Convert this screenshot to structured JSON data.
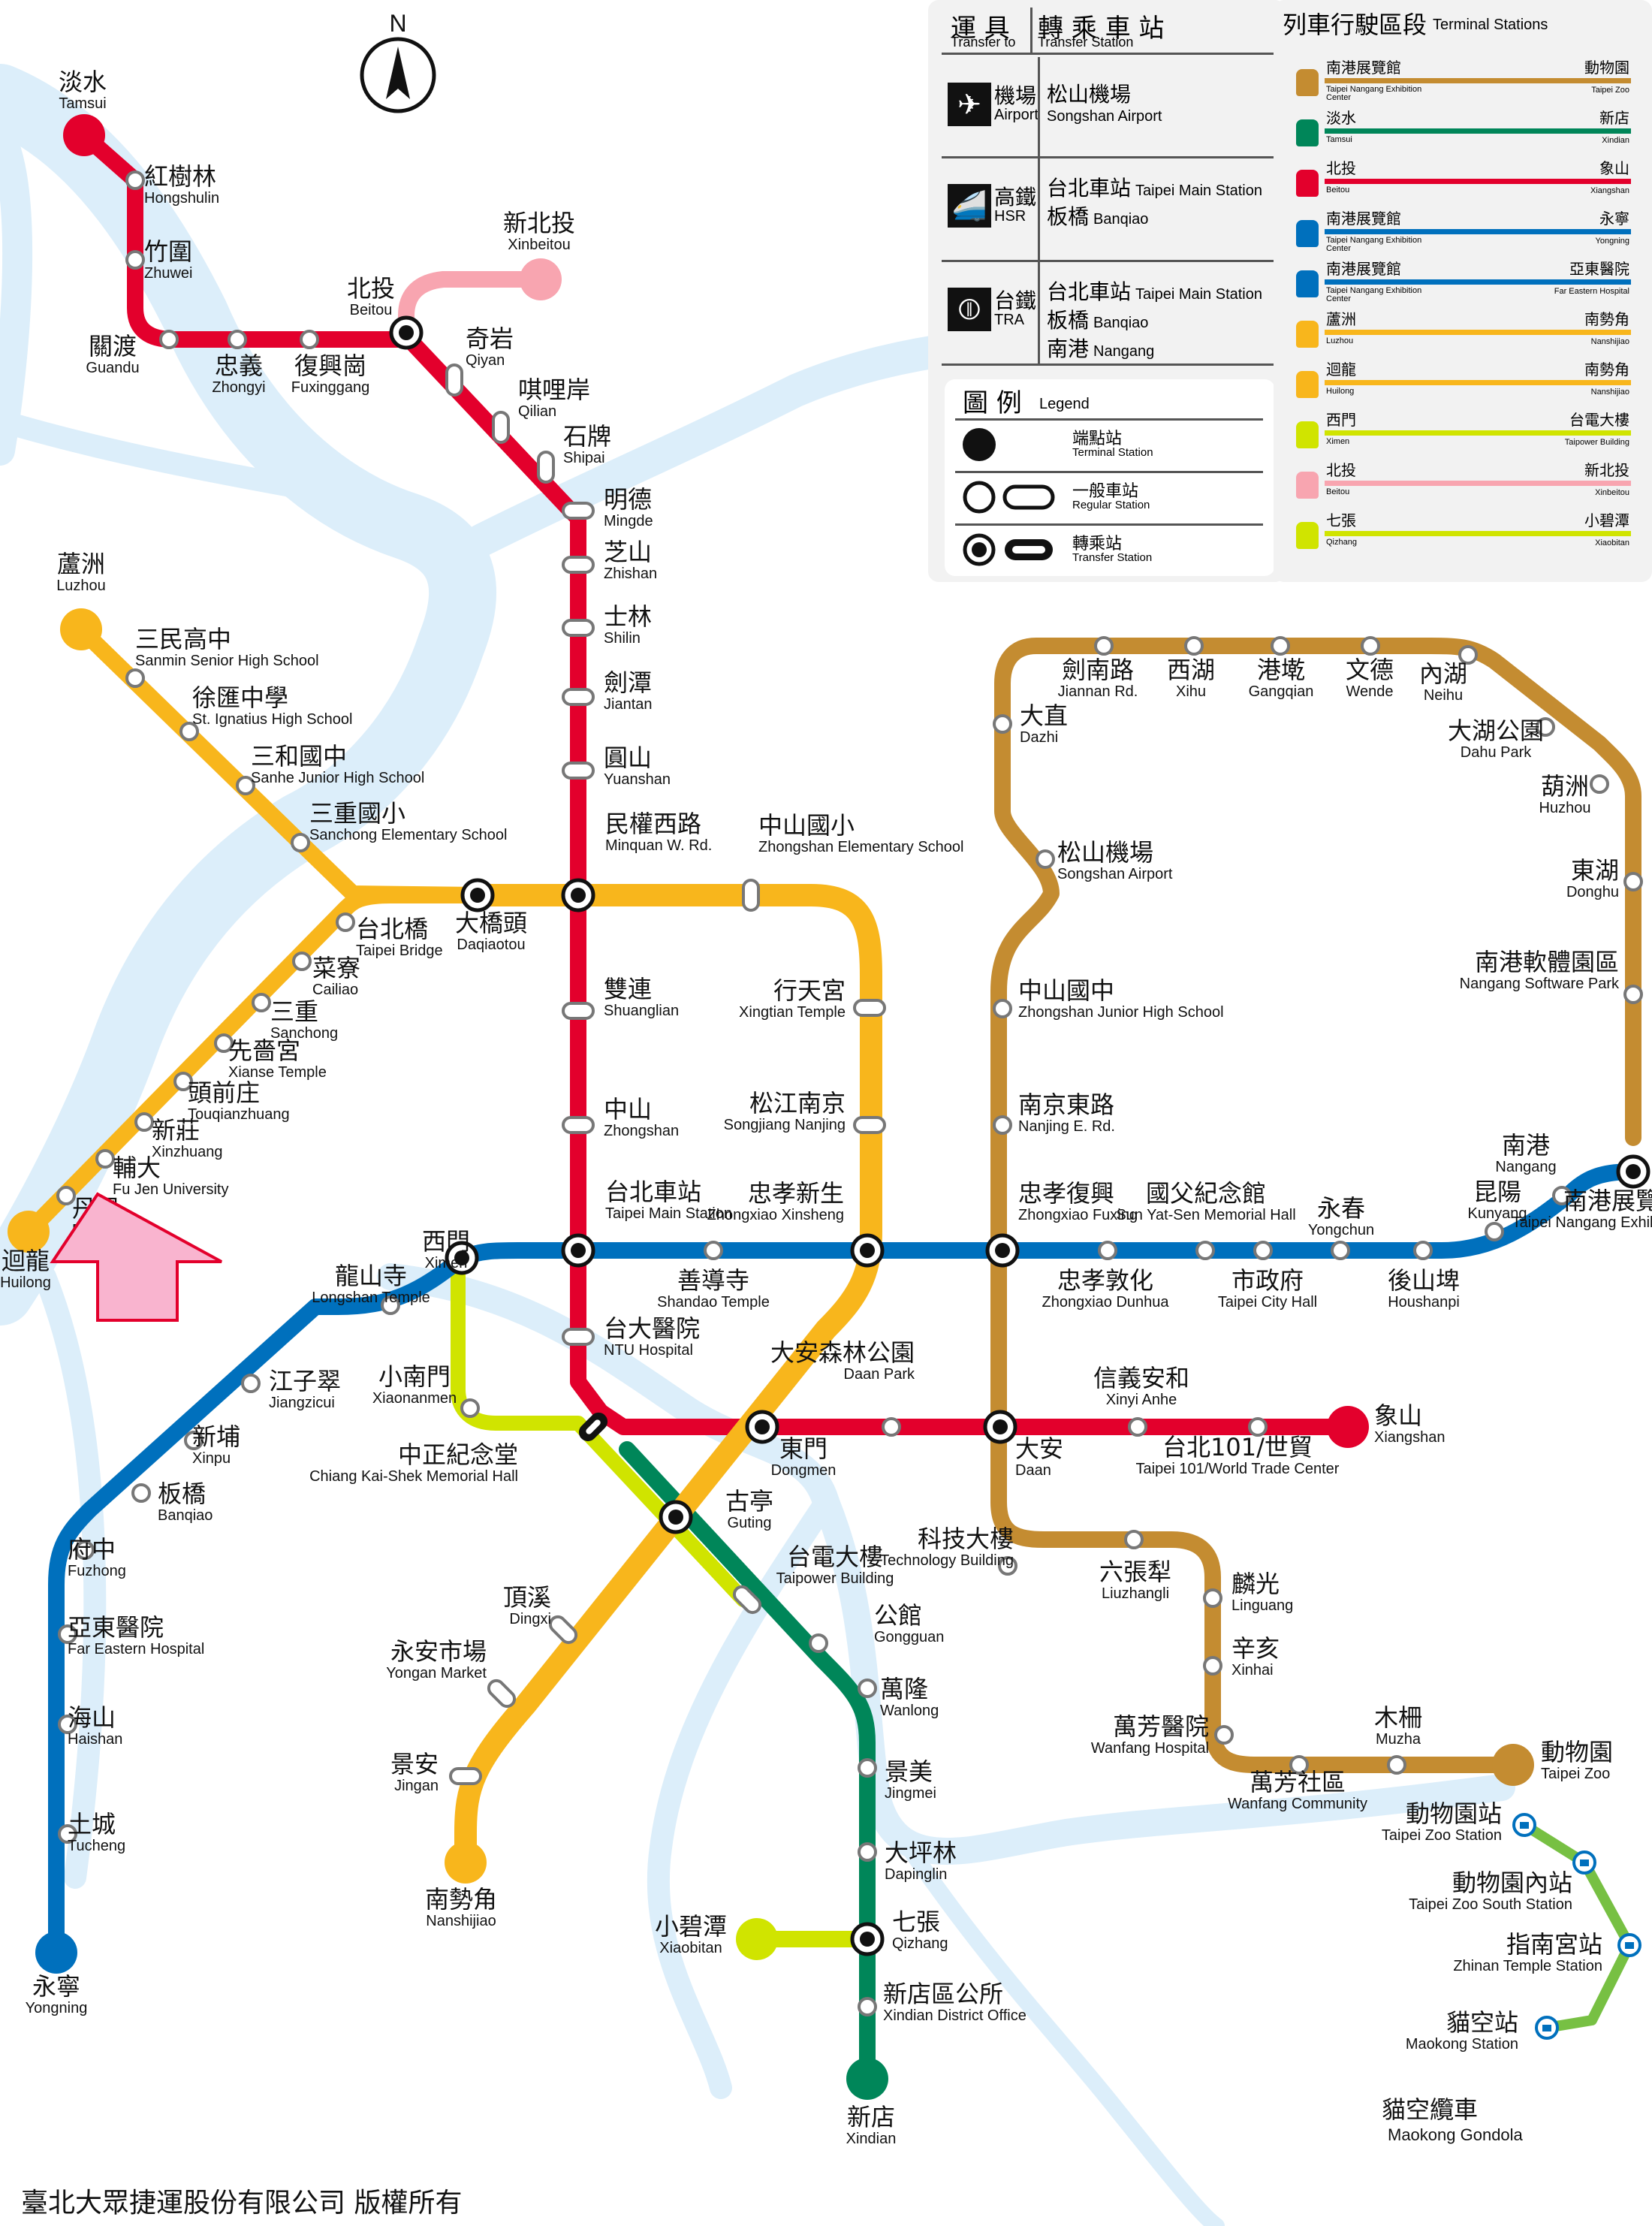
{
  "compass": "N",
  "footer": "臺北大眾捷運股份有限公司  版權所有",
  "gondola": {
    "zh": "貓空纜車",
    "en": "Maokong Gondola"
  },
  "colors": {
    "red": "#e3002c",
    "blue": "#0070bd",
    "green": "#008659",
    "orange": "#f8b61c",
    "brown": "#c48c31",
    "pink": "#f8a5b0",
    "lime": "#d0e400",
    "gondola": "#77c043",
    "river": "#dceefa"
  },
  "transfer_table": {
    "col1": {
      "zh": "運 具",
      "en": "Transfer to"
    },
    "col2": {
      "zh": "轉 乘 車 站",
      "en": "Transfer Station"
    },
    "rows": [
      {
        "zh": "機場",
        "en": "Airport",
        "icon": "airplane-icon",
        "stations": [
          {
            "zh": "松山機場",
            "en": "Songshan Airport"
          }
        ]
      },
      {
        "zh": "高鐵",
        "en": "HSR",
        "icon": "hsr-train-icon",
        "stations": [
          {
            "zh": "台北車站",
            "en": "Taipei Main Station"
          },
          {
            "zh": "板橋",
            "en": "Banqiao"
          }
        ]
      },
      {
        "zh": "台鐵",
        "en": "TRA",
        "icon": "tra-logo-icon",
        "stations": [
          {
            "zh": "台北車站",
            "en": "Taipei Main Station"
          },
          {
            "zh": "板橋",
            "en": "Banqiao"
          },
          {
            "zh": "南港",
            "en": "Nangang"
          }
        ]
      }
    ]
  },
  "legend": {
    "title_zh": "圖 例",
    "title_en": "Legend",
    "items": [
      {
        "zh": "端點站",
        "en": "Terminal Station"
      },
      {
        "zh": "一般車站",
        "en": "Regular Station"
      },
      {
        "zh": "轉乘站",
        "en": "Transfer Station"
      }
    ]
  },
  "terminal_panel": {
    "title_zh": "列車行駛區段",
    "title_en": "Terminal Stations",
    "rows": [
      {
        "color": "#c48c31",
        "from_zh": "南港展覽館",
        "from_en": "Taipei Nangang Exhibition Center",
        "to_zh": "動物園",
        "to_en": "Taipei Zoo"
      },
      {
        "color": "#008659",
        "from_zh": "淡水",
        "from_en": "Tamsui",
        "to_zh": "新店",
        "to_en": "Xindian"
      },
      {
        "color": "#e3002c",
        "from_zh": "北投",
        "from_en": "Beitou",
        "to_zh": "象山",
        "to_en": "Xiangshan"
      },
      {
        "color": "#0070bd",
        "from_zh": "南港展覽館",
        "from_en": "Taipei Nangang Exhibition Center",
        "to_zh": "永寧",
        "to_en": "Yongning"
      },
      {
        "color": "#0070bd",
        "from_zh": "南港展覽館",
        "from_en": "Taipei Nangang Exhibition Center",
        "to_zh": "亞東醫院",
        "to_en": "Far Eastern Hospital"
      },
      {
        "color": "#f8b61c",
        "from_zh": "蘆洲",
        "from_en": "Luzhou",
        "to_zh": "南勢角",
        "to_en": "Nanshijiao"
      },
      {
        "color": "#f8b61c",
        "from_zh": "迴龍",
        "from_en": "Huilong",
        "to_zh": "南勢角",
        "to_en": "Nanshijiao"
      },
      {
        "color": "#d0e400",
        "from_zh": "西門",
        "from_en": "Ximen",
        "to_zh": "台電大樓",
        "to_en": "Taipower Building"
      },
      {
        "color": "#f8a5b0",
        "from_zh": "北投",
        "from_en": "Beitou",
        "to_zh": "新北投",
        "to_en": "Xinbeitou"
      },
      {
        "color": "#d0e400",
        "from_zh": "七張",
        "from_en": "Qizhang",
        "to_zh": "小碧潭",
        "to_en": "Xiaobitan"
      }
    ]
  },
  "stations": [
    {
      "zh": "淡水",
      "en": "Tamsui"
    },
    {
      "zh": "紅樹林",
      "en": "Hongshulin"
    },
    {
      "zh": "竹圍",
      "en": "Zhuwei"
    },
    {
      "zh": "關渡",
      "en": "Guandu"
    },
    {
      "zh": "忠義",
      "en": "Zhongyi"
    },
    {
      "zh": "復興崗",
      "en": "Fuxinggang"
    },
    {
      "zh": "北投",
      "en": "Beitou"
    },
    {
      "zh": "新北投",
      "en": "Xinbeitou"
    },
    {
      "zh": "奇岩",
      "en": "Qiyan"
    },
    {
      "zh": "唭哩岸",
      "en": "Qilian"
    },
    {
      "zh": "石牌",
      "en": "Shipai"
    },
    {
      "zh": "明德",
      "en": "Mingde"
    },
    {
      "zh": "芝山",
      "en": "Zhishan"
    },
    {
      "zh": "士林",
      "en": "Shilin"
    },
    {
      "zh": "劍潭",
      "en": "Jiantan"
    },
    {
      "zh": "圓山",
      "en": "Yuanshan"
    },
    {
      "zh": "民權西路",
      "en": "Minquan W. Rd."
    },
    {
      "zh": "雙連",
      "en": "Shuanglian"
    },
    {
      "zh": "中山",
      "en": "Zhongshan"
    },
    {
      "zh": "台北車站",
      "en": "Taipei Main Station"
    },
    {
      "zh": "台大醫院",
      "en": "NTU Hospital"
    },
    {
      "zh": "中正紀念堂",
      "en": "Chiang Kai-Shek Memorial Hall"
    },
    {
      "zh": "東門",
      "en": "Dongmen"
    },
    {
      "zh": "大安森林公園",
      "en": "Daan Park"
    },
    {
      "zh": "大安",
      "en": "Daan"
    },
    {
      "zh": "信義安和",
      "en": "Xinyi Anhe"
    },
    {
      "zh": "台北101/世貿",
      "en": "Taipei 101/World Trade Center"
    },
    {
      "zh": "象山",
      "en": "Xiangshan"
    },
    {
      "zh": "蘆洲",
      "en": "Luzhou"
    },
    {
      "zh": "三民高中",
      "en": "Sanmin Senior High School"
    },
    {
      "zh": "徐匯中學",
      "en": "St. Ignatius High School"
    },
    {
      "zh": "三和國中",
      "en": "Sanhe Junior High School"
    },
    {
      "zh": "三重國小",
      "en": "Sanchong Elementary School"
    },
    {
      "zh": "大橋頭",
      "en": "Daqiaotou"
    },
    {
      "zh": "中山國小",
      "en": "Zhongshan Elementary School"
    },
    {
      "zh": "行天宮",
      "en": "Xingtian Temple"
    },
    {
      "zh": "松江南京",
      "en": "Songjiang Nanjing"
    },
    {
      "zh": "忠孝新生",
      "en": "Zhongxiao Xinsheng"
    },
    {
      "zh": "古亭",
      "en": "Guting"
    },
    {
      "zh": "頂溪",
      "en": "Dingxi"
    },
    {
      "zh": "永安市場",
      "en": "Yongan Market"
    },
    {
      "zh": "景安",
      "en": "Jingan"
    },
    {
      "zh": "南勢角",
      "en": "Nanshijiao"
    },
    {
      "zh": "台北橋",
      "en": "Taipei Bridge"
    },
    {
      "zh": "菜寮",
      "en": "Cailiao"
    },
    {
      "zh": "三重",
      "en": "Sanchong"
    },
    {
      "zh": "先嗇宮",
      "en": "Xianse Temple"
    },
    {
      "zh": "頭前庄",
      "en": "Touqianzhuang"
    },
    {
      "zh": "新莊",
      "en": "Xinzhuang"
    },
    {
      "zh": "輔大",
      "en": "Fu Jen University"
    },
    {
      "zh": "丹鳳",
      "en": "Danfeng"
    },
    {
      "zh": "迴龍",
      "en": "Huilong"
    },
    {
      "zh": "西門",
      "en": "Ximen"
    },
    {
      "zh": "龍山寺",
      "en": "Longshan Temple"
    },
    {
      "zh": "江子翠",
      "en": "Jiangzicui"
    },
    {
      "zh": "新埔",
      "en": "Xinpu"
    },
    {
      "zh": "板橋",
      "en": "Banqiao"
    },
    {
      "zh": "府中",
      "en": "Fuzhong"
    },
    {
      "zh": "亞東醫院",
      "en": "Far Eastern Hospital"
    },
    {
      "zh": "海山",
      "en": "Haishan"
    },
    {
      "zh": "土城",
      "en": "Tucheng"
    },
    {
      "zh": "永寧",
      "en": "Yongning"
    },
    {
      "zh": "善導寺",
      "en": "Shandao Temple"
    },
    {
      "zh": "忠孝復興",
      "en": "Zhongxiao Fuxing"
    },
    {
      "zh": "忠孝敦化",
      "en": "Zhongxiao Dunhua"
    },
    {
      "zh": "國父紀念館",
      "en": "Sun Yat-Sen Memorial Hall"
    },
    {
      "zh": "市政府",
      "en": "Taipei City Hall"
    },
    {
      "zh": "永春",
      "en": "Yongchun"
    },
    {
      "zh": "後山埤",
      "en": "Houshanpi"
    },
    {
      "zh": "昆陽",
      "en": "Kunyang"
    },
    {
      "zh": "南港",
      "en": "Nangang"
    },
    {
      "zh": "南港展覽館",
      "en": "Taipei Nangang Exhibition Center"
    },
    {
      "zh": "小南門",
      "en": "Xiaonanmen"
    },
    {
      "zh": "台電大樓",
      "en": "Taipower Building"
    },
    {
      "zh": "公館",
      "en": "Gongguan"
    },
    {
      "zh": "萬隆",
      "en": "Wanlong"
    },
    {
      "zh": "景美",
      "en": "Jingmei"
    },
    {
      "zh": "大坪林",
      "en": "Dapinglin"
    },
    {
      "zh": "七張",
      "en": "Qizhang"
    },
    {
      "zh": "小碧潭",
      "en": "Xiaobitan"
    },
    {
      "zh": "新店區公所",
      "en": "Xindian District Office"
    },
    {
      "zh": "新店",
      "en": "Xindian"
    },
    {
      "zh": "劍南路",
      "en": "Jiannan Rd."
    },
    {
      "zh": "西湖",
      "en": "Xihu"
    },
    {
      "zh": "港墘",
      "en": "Gangqian"
    },
    {
      "zh": "文德",
      "en": "Wende"
    },
    {
      "zh": "內湖",
      "en": "Neihu"
    },
    {
      "zh": "大湖公園",
      "en": "Dahu Park"
    },
    {
      "zh": "葫洲",
      "en": "Huzhou"
    },
    {
      "zh": "東湖",
      "en": "Donghu"
    },
    {
      "zh": "南港軟體園區",
      "en": "Nangang Software Park"
    },
    {
      "zh": "大直",
      "en": "Dazhi"
    },
    {
      "zh": "松山機場",
      "en": "Songshan Airport"
    },
    {
      "zh": "中山國中",
      "en": "Zhongshan Junior High School"
    },
    {
      "zh": "南京東路",
      "en": "Nanjing E. Rd."
    },
    {
      "zh": "科技大樓",
      "en": "Technology Building"
    },
    {
      "zh": "六張犁",
      "en": "Liuzhangli"
    },
    {
      "zh": "麟光",
      "en": "Linguang"
    },
    {
      "zh": "辛亥",
      "en": "Xinhai"
    },
    {
      "zh": "萬芳醫院",
      "en": "Wanfang Hospital"
    },
    {
      "zh": "萬芳社區",
      "en": "Wanfang Community"
    },
    {
      "zh": "木柵",
      "en": "Muzha"
    },
    {
      "zh": "動物園",
      "en": "Taipei Zoo"
    },
    {
      "zh": "動物園站",
      "en": "Taipei Zoo Station"
    },
    {
      "zh": "動物園內站",
      "en": "Taipei Zoo South Station"
    },
    {
      "zh": "指南宮站",
      "en": "Zhinan Temple Station"
    },
    {
      "zh": "貓空站",
      "en": "Maokong Station"
    }
  ]
}
